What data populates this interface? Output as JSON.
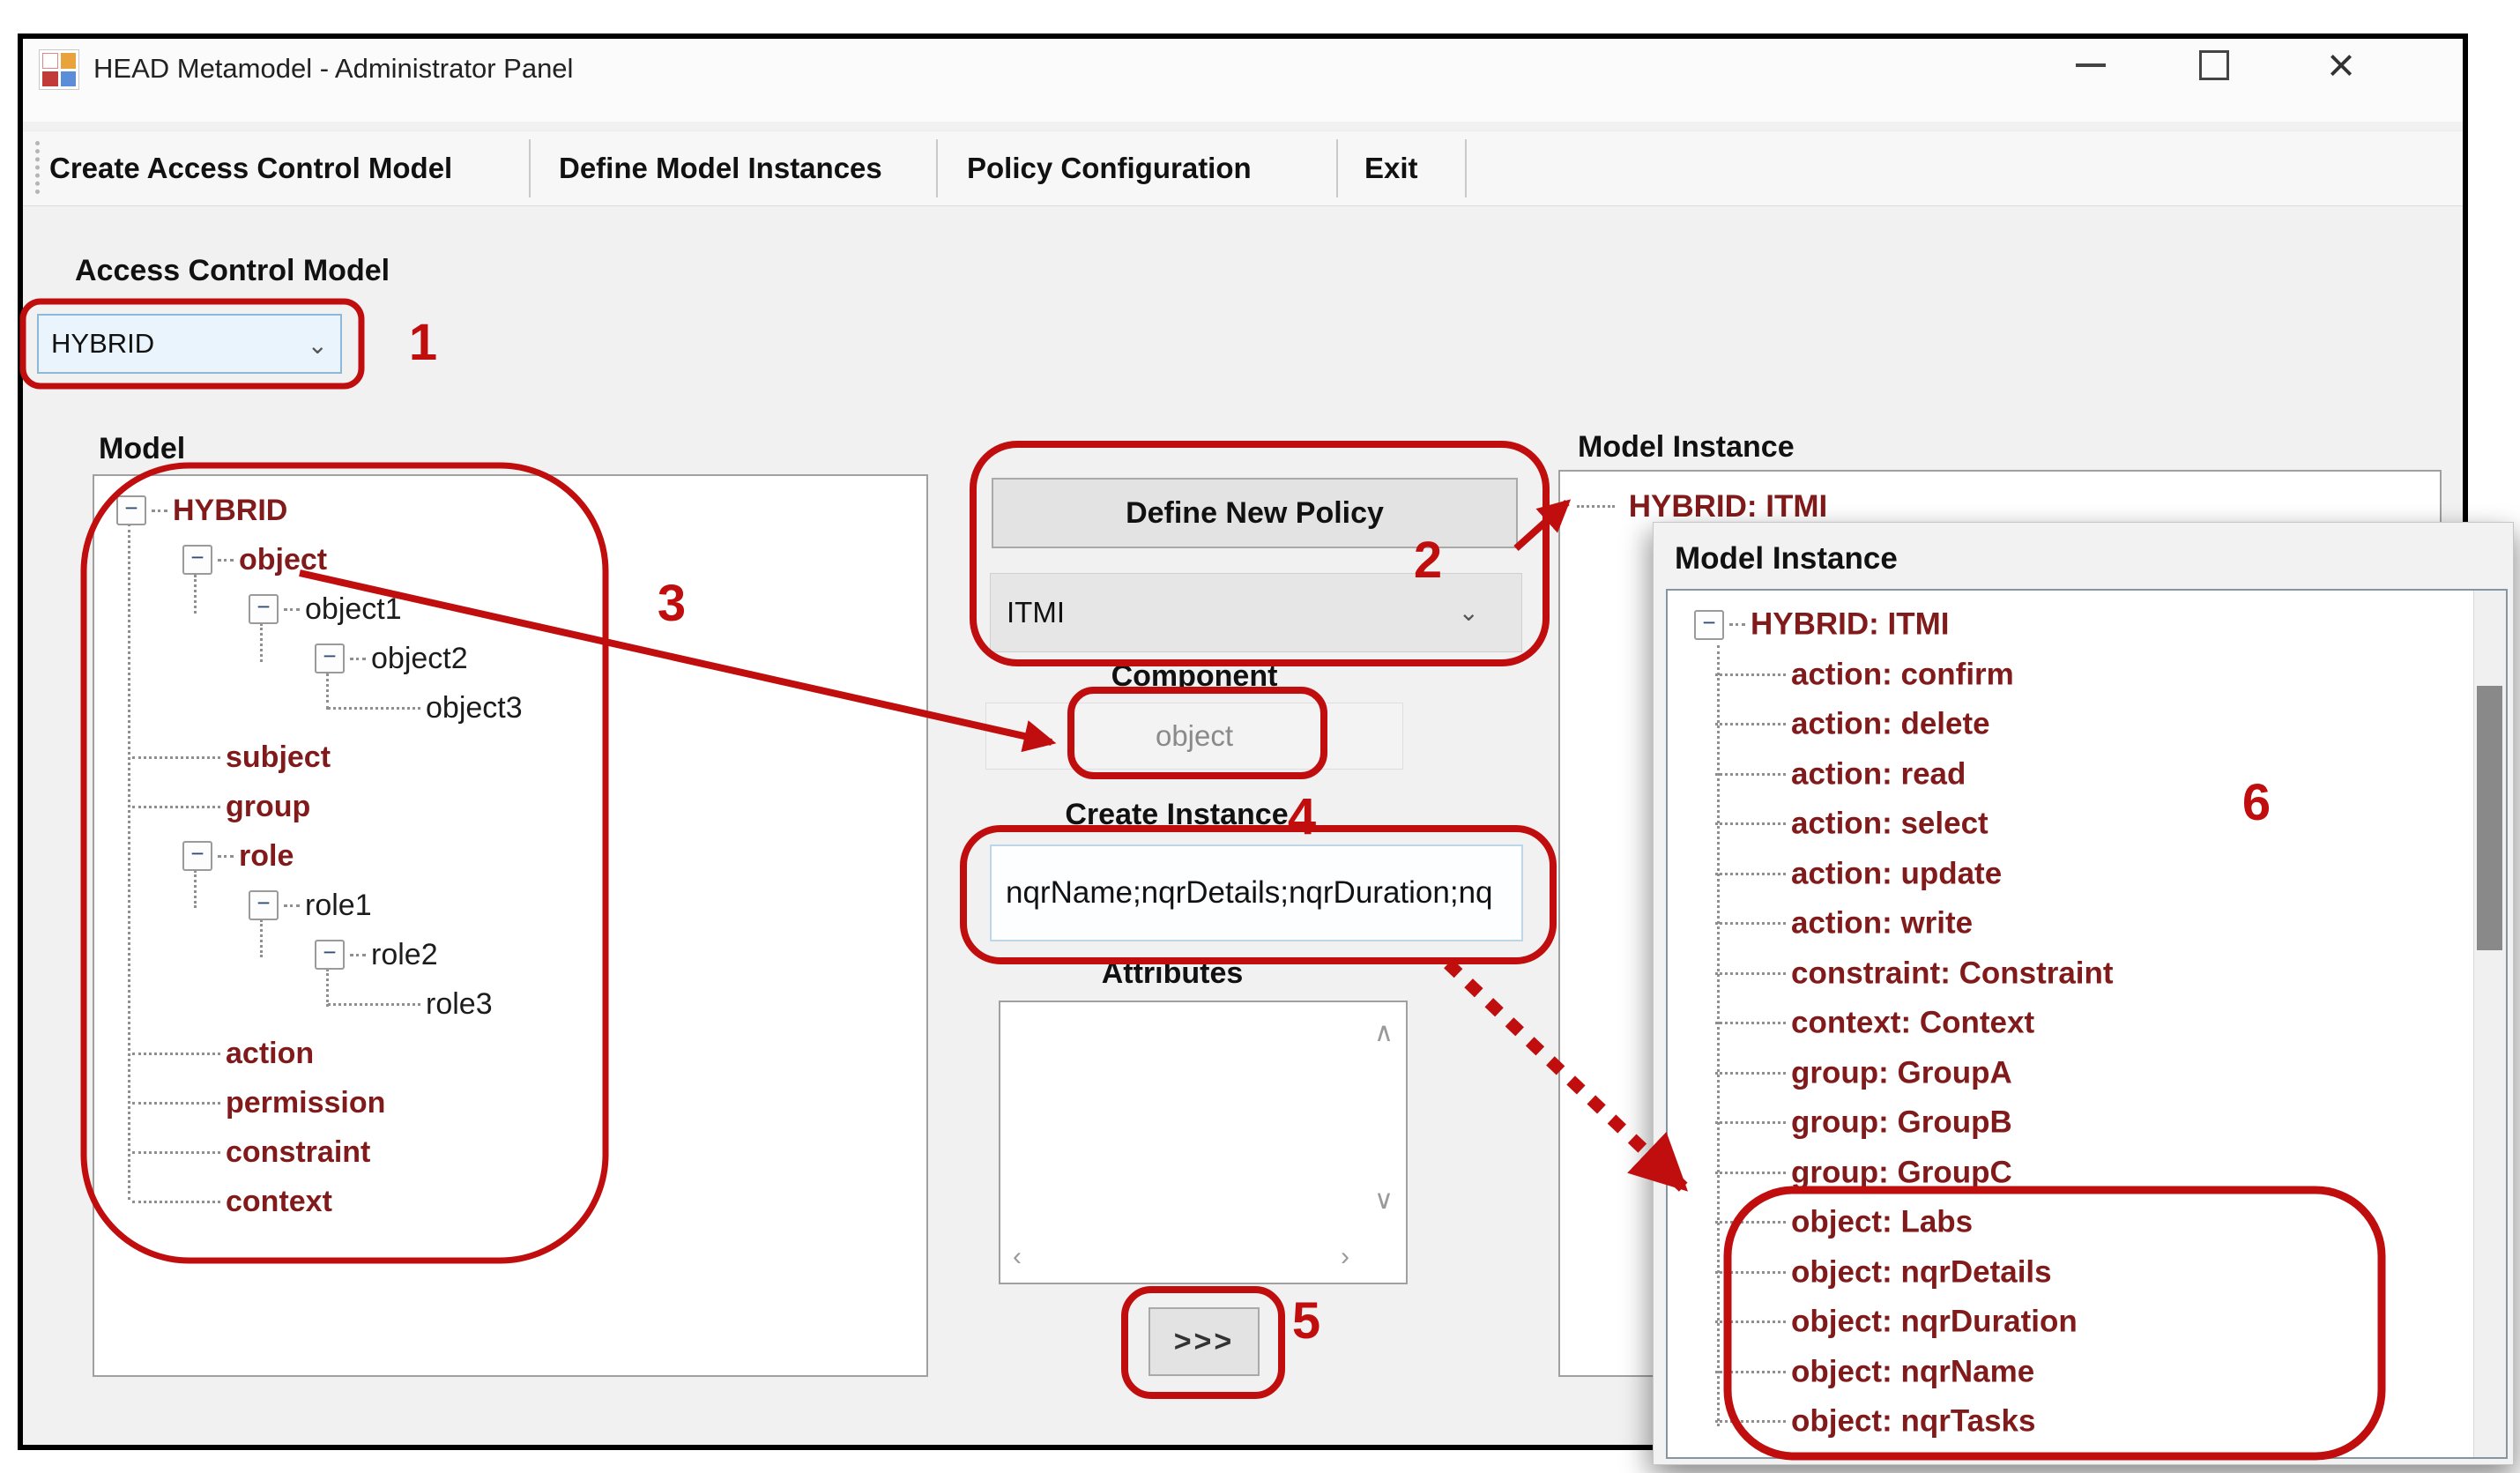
{
  "window": {
    "title": "HEAD Metamodel - Administrator Panel"
  },
  "menu": {
    "items": [
      "Create Access Control Model",
      "Define Model Instances",
      "Policy Configuration",
      "Exit"
    ]
  },
  "access_control_model": {
    "label": "Access Control Model",
    "value": "HYBRID"
  },
  "model_panel": {
    "label": "Model",
    "tree": [
      {
        "label": "HYBRID",
        "level": 0,
        "box": true,
        "accent": true
      },
      {
        "label": "object",
        "level": 1,
        "box": true,
        "accent": true
      },
      {
        "label": "object1",
        "level": 2,
        "box": true,
        "accent": false
      },
      {
        "label": "object2",
        "level": 3,
        "box": true,
        "accent": false
      },
      {
        "label": "object3",
        "level": 4,
        "box": false,
        "accent": false
      },
      {
        "label": "subject",
        "level": 1,
        "box": false,
        "accent": true
      },
      {
        "label": "group",
        "level": 1,
        "box": false,
        "accent": true
      },
      {
        "label": "role",
        "level": 1,
        "box": true,
        "accent": true
      },
      {
        "label": "role1",
        "level": 2,
        "box": true,
        "accent": false
      },
      {
        "label": "role2",
        "level": 3,
        "box": true,
        "accent": false
      },
      {
        "label": "role3",
        "level": 4,
        "box": false,
        "accent": false
      },
      {
        "label": "action",
        "level": 1,
        "box": false,
        "accent": true
      },
      {
        "label": "permission",
        "level": 1,
        "box": false,
        "accent": true
      },
      {
        "label": "constraint",
        "level": 1,
        "box": false,
        "accent": true
      },
      {
        "label": "context",
        "level": 1,
        "box": false,
        "accent": true
      }
    ]
  },
  "policy": {
    "define_button": "Define New Policy",
    "instance_value": "ITMI"
  },
  "component": {
    "label": "Component",
    "value": "object"
  },
  "create_instance": {
    "label": "Create Instance",
    "value": "nqrName;nqrDetails;nqrDuration;nq"
  },
  "attributes": {
    "label": "Attributes"
  },
  "transfer": {
    "button": ">>>"
  },
  "model_instance": {
    "label": "Model Instance",
    "root": "HYBRID: ITMI"
  },
  "popup": {
    "title": "Model Instance",
    "root": "HYBRID: ITMI",
    "children": [
      "action: confirm",
      "action: delete",
      "action: read",
      "action: select",
      "action: update",
      "action: write",
      "constraint: Constraint",
      "context: Context",
      "group: GroupA",
      "group: GroupB",
      "group: GroupC",
      "object: Labs",
      "object: nqrDetails",
      "object: nqrDuration",
      "object: nqrName",
      "object: nqrTasks"
    ]
  },
  "annotations": {
    "numbers": [
      "1",
      "2",
      "3",
      "4",
      "5",
      "6"
    ],
    "accent_color": "#c00d0d"
  },
  "colors": {
    "tree_accent": "#811b1b"
  }
}
